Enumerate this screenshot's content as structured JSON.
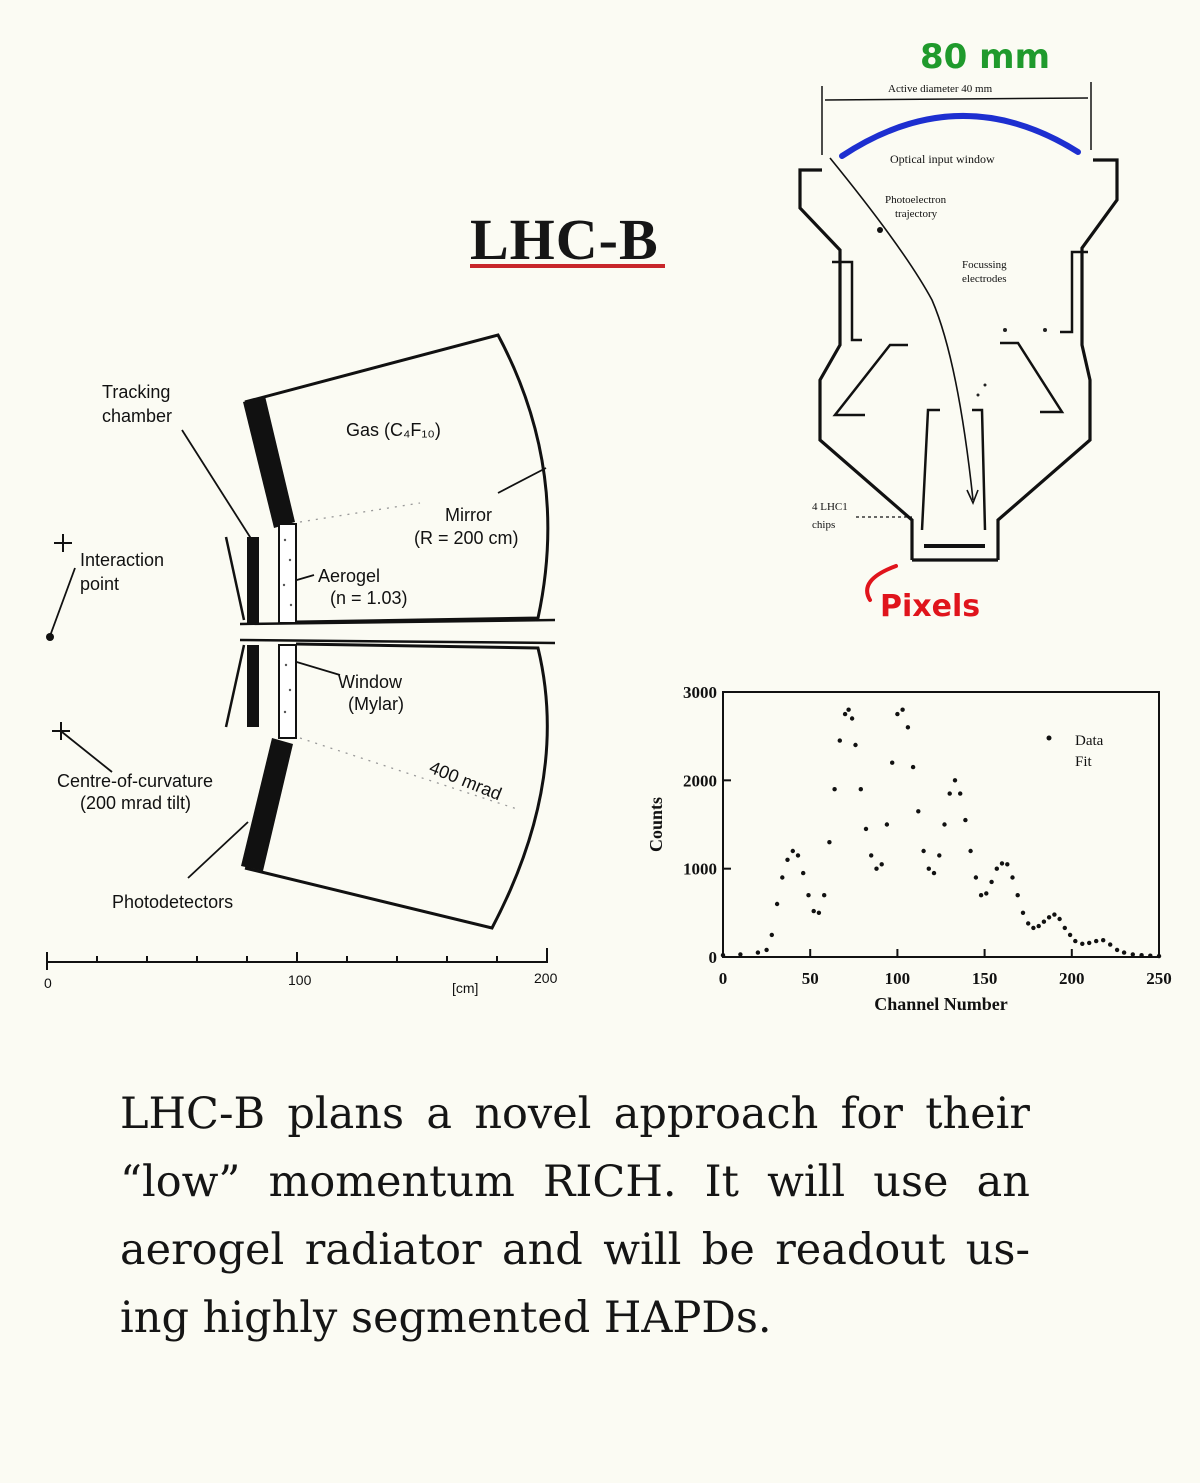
{
  "title": "LHC-B",
  "rich_diagram": {
    "labels": {
      "tracking_chamber": [
        "Tracking",
        "chamber"
      ],
      "gas": "Gas (C₄F₁₀)",
      "mirror": [
        "Mirror",
        "(R = 200 cm)"
      ],
      "interaction_point": [
        "Interaction",
        "point"
      ],
      "aerogel": [
        "Aerogel",
        "(n = 1.03)"
      ],
      "window": [
        "Window",
        "(Mylar)"
      ],
      "angle": "400 mrad",
      "centre_of_curvature": [
        "Centre-of-curvature",
        "(200 mrad tilt)"
      ],
      "photodetectors": "Photodetectors"
    },
    "scale": {
      "ticks": [
        "0",
        "100",
        "200"
      ],
      "unit": "[cm]"
    }
  },
  "hapd_diagram": {
    "handwritten_size": "80 mm",
    "active_diameter": "Active diameter   40 mm",
    "optical_window": "Optical input window",
    "photoelectron_trajectory": [
      "Photoelectron",
      "trajectory"
    ],
    "focussing_electrodes": [
      "Focussing",
      "electrodes"
    ],
    "chips": [
      "4 LHC1",
      "chips"
    ],
    "handwritten_pixels": "Pixels",
    "annotation_colors": {
      "green": "#1f9a2c",
      "blue": "#1d2fd0",
      "red": "#e0141c"
    }
  },
  "chart_data": {
    "type": "scatter",
    "xlabel": "Channel Number",
    "ylabel": "Counts",
    "xlim": [
      0,
      250
    ],
    "ylim": [
      0,
      3000
    ],
    "xticks": [
      0,
      50,
      100,
      150,
      200,
      250
    ],
    "yticks": [
      0,
      1000,
      2000,
      3000
    ],
    "legend": {
      "entries": [
        "Data",
        "Fit"
      ],
      "placement": "top-right"
    },
    "series": [
      {
        "name": "Data",
        "x": [
          0,
          10,
          20,
          25,
          28,
          31,
          34,
          37,
          40,
          43,
          46,
          49,
          52,
          55,
          58,
          61,
          64,
          67,
          70,
          72,
          74,
          76,
          79,
          82,
          85,
          88,
          91,
          94,
          97,
          100,
          103,
          106,
          109,
          112,
          115,
          118,
          121,
          124,
          127,
          130,
          133,
          136,
          139,
          142,
          145,
          148,
          151,
          154,
          157,
          160,
          163,
          166,
          169,
          172,
          175,
          178,
          181,
          184,
          187,
          190,
          193,
          196,
          199,
          202,
          206,
          210,
          214,
          218,
          222,
          226,
          230,
          235,
          240,
          245,
          250
        ],
        "y": [
          20,
          30,
          50,
          80,
          250,
          600,
          900,
          1100,
          1200,
          1150,
          950,
          700,
          520,
          500,
          700,
          1300,
          1900,
          2450,
          2750,
          2800,
          2700,
          2400,
          1900,
          1450,
          1150,
          1000,
          1050,
          1500,
          2200,
          2750,
          2800,
          2600,
          2150,
          1650,
          1200,
          1000,
          950,
          1150,
          1500,
          1850,
          2000,
          1850,
          1550,
          1200,
          900,
          700,
          720,
          850,
          1000,
          1060,
          1050,
          900,
          700,
          500,
          380,
          330,
          350,
          400,
          450,
          480,
          430,
          330,
          250,
          180,
          150,
          160,
          180,
          190,
          140,
          80,
          50,
          30,
          20,
          15,
          10
        ]
      }
    ]
  },
  "caption": "LHC-B plans a novel approach for their “low” momentum RICH. It will use an aerogel radiator and will be readout us- ing highly segmented HAPDs."
}
